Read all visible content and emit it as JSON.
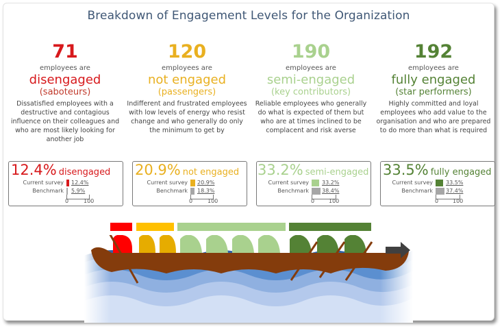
{
  "title": "Breakdown of Engagement Levels for the Organization",
  "colors": {
    "disengaged": "#d7191c",
    "not_engaged": "#e9b020",
    "semi_engaged": "#a9d18e",
    "fully_engaged": "#548235",
    "benchmark": "#a6a6a6",
    "title": "#3f5775"
  },
  "segments": [
    {
      "count": "71",
      "prefix": "employees are",
      "level": "disengaged",
      "role": "(saboteurs)",
      "description": "Dissatisfied employees with a destructive and contagious influence on their colleagues and who are most likely looking for another job",
      "box": {
        "pct": "12.4%",
        "label": "disengaged",
        "current_label": "Current survey",
        "current_value": "12.4%",
        "benchmark_label": "Benchmark",
        "benchmark_value": "5.9%",
        "axis_min": "0",
        "axis_max": "100"
      }
    },
    {
      "count": "120",
      "prefix": "employees are",
      "level": "not engaged",
      "role": "(passengers)",
      "description": "Indifferent and frustrated employees with low levels of energy who resist change and who generally do only the minimum to get by",
      "box": {
        "pct": "20.9%",
        "label": "not engaged",
        "current_label": "Current survey",
        "current_value": "20.9%",
        "benchmark_label": "Benchmark",
        "benchmark_value": "18.3%",
        "axis_min": "0",
        "axis_max": "100"
      }
    },
    {
      "count": "190",
      "prefix": "employees are",
      "level": "semi-engaged",
      "role": "(key contributors)",
      "description": "Reliable employees who generally do what is expected of them but who are at times inclined to be complacent and risk averse",
      "box": {
        "pct": "33.2%",
        "label": "semi-engaged",
        "current_label": "Current survey",
        "current_value": "33.2%",
        "benchmark_label": "Benchmark",
        "benchmark_value": "38.4%",
        "axis_min": "0",
        "axis_max": "100"
      }
    },
    {
      "count": "192",
      "prefix": "employees are",
      "level": "fully engaged",
      "role": "(star performers)",
      "description": "Highly committed and loyal employees who add value to the organisation and who are prepared to do more than what is required",
      "box": {
        "pct": "33.5%",
        "label": "fully engaged",
        "current_label": "Current survey",
        "current_value": "33.5%",
        "benchmark_label": "Benchmark",
        "benchmark_value": "37.4%",
        "axis_min": "0",
        "axis_max": "100"
      }
    }
  ],
  "illustration": {
    "rowers": [
      "disengaged",
      "not_engaged",
      "not_engaged",
      "semi_engaged",
      "semi_engaged",
      "semi_engaged",
      "semi_engaged",
      "fully_engaged",
      "fully_engaged",
      "fully_engaged"
    ],
    "arrow": "right-arrow-icon"
  },
  "chart_data": {
    "type": "bar",
    "title": "Breakdown of Engagement Levels for the Organization",
    "categories": [
      "disengaged",
      "not engaged",
      "semi-engaged",
      "fully engaged"
    ],
    "counts": [
      71,
      120,
      190,
      192
    ],
    "series": [
      {
        "name": "Current survey",
        "values": [
          12.4,
          20.9,
          33.2,
          33.5
        ]
      },
      {
        "name": "Benchmark",
        "values": [
          5.9,
          18.3,
          38.4,
          37.4
        ]
      }
    ],
    "xlabel": "",
    "ylabel": "%",
    "xlim": [
      0,
      100
    ],
    "orientation": "horizontal",
    "grid": false
  }
}
